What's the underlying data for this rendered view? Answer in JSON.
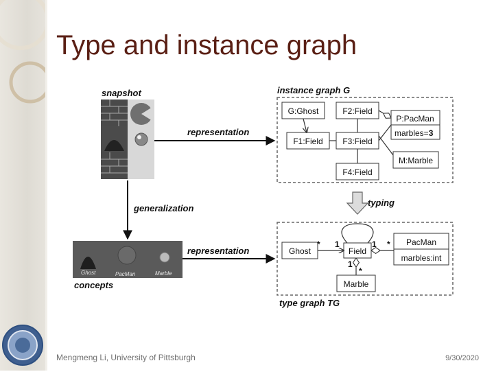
{
  "slide": {
    "title": "Type and instance graph",
    "footer_left": "Mengmeng Li, University of Pittsburgh",
    "footer_right": "9/30/2020"
  },
  "diagram": {
    "snapshot_label": "snapshot",
    "concepts_label": "concepts",
    "instance_graph_label": "instance graph G",
    "type_graph_label": "type graph TG",
    "representation_top": "representation",
    "representation_bottom": "representation",
    "generalization": "generalization",
    "typing": "typing",
    "instance_nodes": {
      "g_ghost": "G:Ghost",
      "f2": "F2:Field",
      "p_pacman": "P:PacMan",
      "p_marbles_key": "marbles=",
      "p_marbles_val": "3",
      "f1": "F1:Field",
      "f3": "F3:Field",
      "m_marble": "M:Marble",
      "f4": "F4:Field"
    },
    "type_nodes": {
      "ghost": "Ghost",
      "field": "Field",
      "pacman": "PacMan",
      "pacman_attr": "marbles:int",
      "marble": "Marble"
    },
    "multiplicities": {
      "ghost_star": "*",
      "ghost_one": "1",
      "pacman_one": "1",
      "pacman_star": "*",
      "marble_one": "1",
      "marble_star": "*"
    },
    "concept_captions": [
      "Ghost",
      "PacMan",
      "Marble"
    ]
  },
  "colors": {
    "title": "#5a1f14",
    "dashed_frame": "#666666",
    "icon_strip": "#5a5a5a"
  }
}
